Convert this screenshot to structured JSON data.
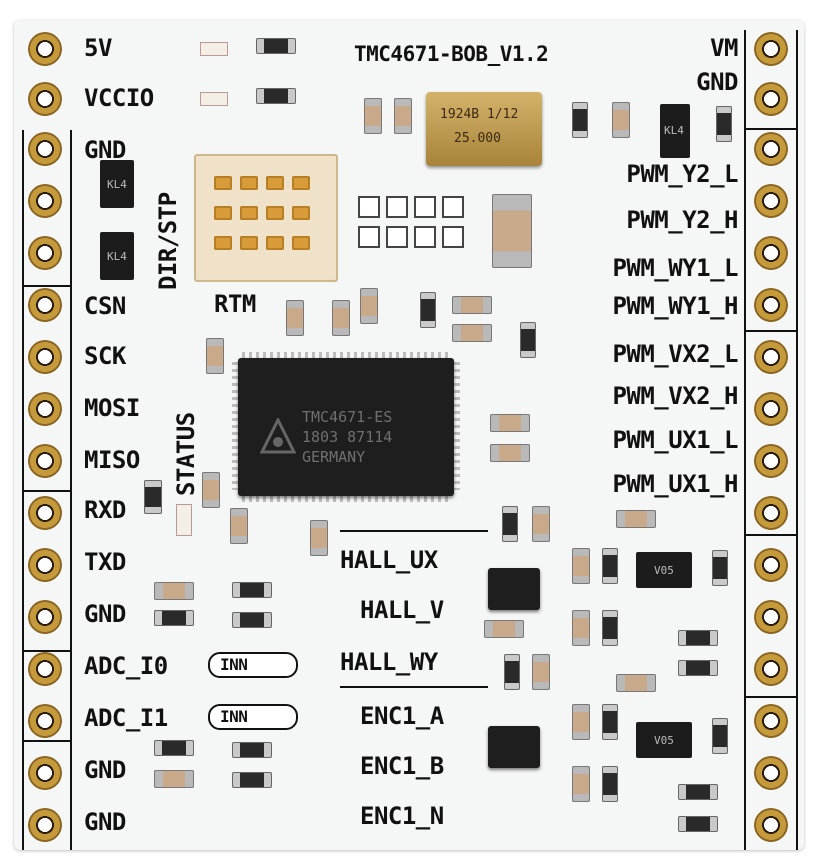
{
  "board": {
    "title": "TMC4671-BOB_V1.2",
    "left_labels": [
      "5V",
      "VCCIO",
      "GND",
      "CSN",
      "SCK",
      "MOSI",
      "MISO",
      "RXD",
      "TXD",
      "GND",
      "ADC_I0",
      "ADC_I1",
      "GND",
      "GND"
    ],
    "right_labels": [
      "VM",
      "GND",
      "PWM_Y2_L",
      "PWM_Y2_H",
      "PWM_WY1_L",
      "PWM_WY1_H",
      "PWM_VX2_L",
      "PWM_VX2_H",
      "PWM_UX1_L",
      "PWM_UX1_H"
    ],
    "middle_labels": [
      "HALL_UX",
      "HALL_V",
      "HALL_WY",
      "ENC1_A",
      "ENC1_B",
      "ENC1_N"
    ],
    "dir_stp": "DIR/STP",
    "rtm": "RTM",
    "status": "STATUS",
    "jumper_label": "INN",
    "main_chip": {
      "line1": "TMC4671-ES",
      "line2": "1803 87114",
      "line3": "GERMANY"
    },
    "crystal": {
      "line1": "1924B 1/12",
      "line2": "25.000"
    },
    "sot_labels": {
      "kl4": "KL4",
      "v05": "V05"
    }
  },
  "colors": {
    "board": "#f5f6f6",
    "silkscreen": "#111111",
    "pad_gold": "#c59a3a",
    "ic": "#1e1e1e",
    "connector": "#efe2c8"
  }
}
